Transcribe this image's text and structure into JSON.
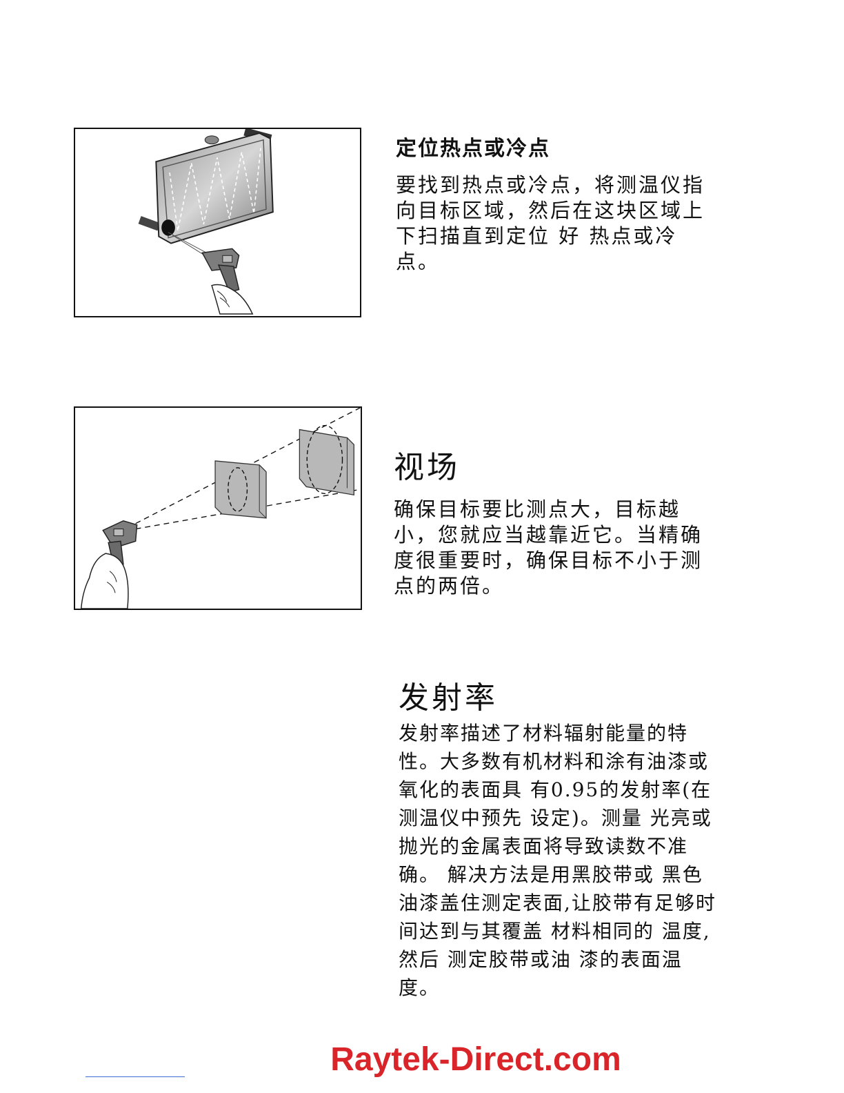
{
  "sections": [
    {
      "heading": "定位热点或冷点",
      "body": "要找到热点或冷点，将测温仪指向目标区域，然后在这块区域上下扫描直到定位 好 热点或冷点。",
      "figure_icon": "radiator-scan-illustration"
    },
    {
      "heading": "视场",
      "body": "确保目标要比测点大，目标越小，您就应当越靠近它。当精确度很重要时，确保目标不小于测点的两倍。",
      "figure_icon": "field-of-view-illustration"
    },
    {
      "heading": "发射率",
      "body": "发射率描述了材料辐射能量的特性。大多数有机材料和涂有油漆或氧化的表面具 有0.95的发射率(在测温仪中预先 设定)。测量 光亮或抛光的金属表面将导致读数不准确。 解决方法是用黑胶带或 黑色油漆盖住测定表面,让胶带有足够时间达到与其覆盖 材料相同的 温度,然后 测定胶带或油 漆的表面温度。"
    }
  ],
  "footer": {
    "link_text": "Raytek-Direct.com",
    "link_color": "#d9252a"
  }
}
